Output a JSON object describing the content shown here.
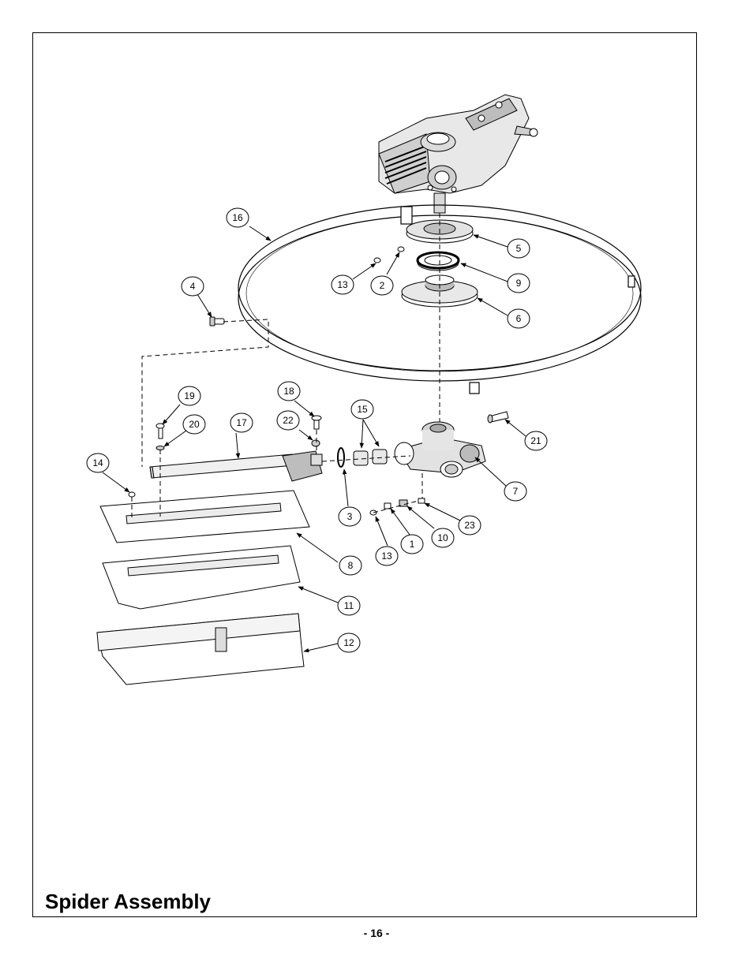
{
  "title": "Spider Assembly",
  "page_number": "- 16 -",
  "callouts": [
    "1",
    "2",
    "3",
    "4",
    "5",
    "6",
    "7",
    "8",
    "9",
    "10",
    "11",
    "12",
    "13",
    "13",
    "14",
    "15",
    "16",
    "17",
    "18",
    "19",
    "20",
    "21",
    "22",
    "23"
  ]
}
